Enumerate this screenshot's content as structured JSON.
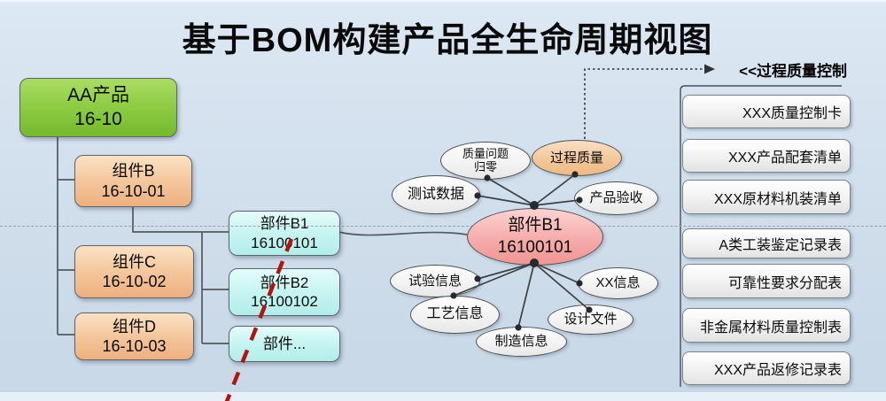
{
  "title": "基于BOM构建产品全生命周期视图",
  "tree": {
    "root": {
      "name": "AA产品",
      "code": "16-10"
    },
    "components": [
      {
        "name": "组件B",
        "code": "16-10-01"
      },
      {
        "name": "组件C",
        "code": "16-10-02"
      },
      {
        "name": "组件D",
        "code": "16-10-03"
      }
    ],
    "parts": [
      {
        "name": "部件B1",
        "code": "16100101"
      },
      {
        "name": "部件B2",
        "code": "16100102"
      },
      {
        "name": "部件...",
        "code": ""
      }
    ]
  },
  "cluster": {
    "center": {
      "name": "部件B1",
      "code": "16100101"
    },
    "satellites": {
      "quality_issue_line1": "质量问题",
      "quality_issue_line2": "归零",
      "process_quality": "过程质量",
      "test_data": "测试数据",
      "product_acceptance": "产品验收",
      "trial_info": "试验信息",
      "craft_info": "工艺信息",
      "manufacture_info": "制造信息",
      "design_docs": "设计文件",
      "xx_info": "XX信息"
    }
  },
  "panel": {
    "header": "<<过程质量控制",
    "items": [
      "XXX质量控制卡",
      "XXX产品配套清单",
      "XXX原材料机装清单",
      "A类工装鉴定记录表",
      "可靠性要求分配表",
      "非金属材料质量控制表",
      "XXX产品返修记录表"
    ]
  },
  "colors": {
    "root_box": "#8fcd45",
    "component_box": "#f5c9a0",
    "part_box": "#c9f5f2",
    "center_ellipse": "#f6abab",
    "process_ellipse": "#f2c79b",
    "red_dash_line": "#b11414",
    "background": "#d3e0ed"
  }
}
